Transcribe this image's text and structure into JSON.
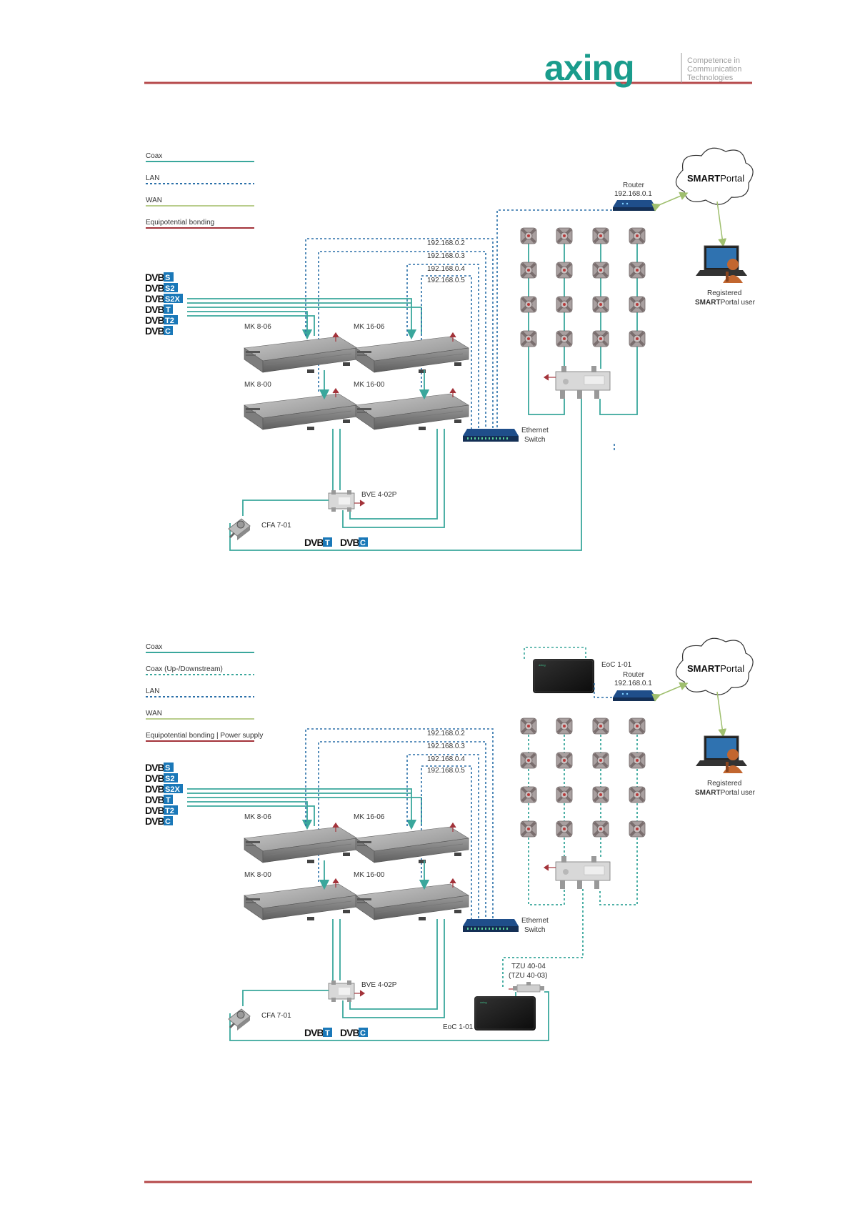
{
  "header": {
    "logo_text": "axing",
    "tagline": [
      "Competence in",
      "Communication",
      "Technologies"
    ]
  },
  "colors": {
    "brand_teal": "#1a9c8c",
    "rule_red": "#b5484a",
    "coax": "#3aa79c",
    "lan": "#2a6fa8",
    "wan": "#b9cd8c",
    "bonding": "#a3333a",
    "dvb_blue": "#1a78b8"
  },
  "diagram1": {
    "legend": [
      "Coax",
      "LAN",
      "WAN",
      "Equipotential bonding"
    ],
    "dvb_badges": [
      "S",
      "S2",
      "S2X",
      "T",
      "T2",
      "C"
    ],
    "devices": {
      "mk806": "MK 8-06",
      "mk1606": "MK 16-06",
      "mk800": "MK 8-00",
      "mk1600": "MK 16-00",
      "bve": "BVE 4-02P",
      "cfa": "CFA 7-01",
      "switch_line1": "Ethernet",
      "switch_line2": "Switch",
      "router_label": "Router",
      "router_ip": "192.168.0.1",
      "cloud_bold": "SMART",
      "cloud_rest": "Portal",
      "user_line1": "Registered",
      "user_bold": "SMART",
      "user_rest": "Portal user"
    },
    "ips": [
      "192.168.0.2",
      "192.168.0.3",
      "192.168.0.4",
      "192.168.0.5"
    ],
    "bottom_badges": [
      "T",
      "C"
    ]
  },
  "diagram2": {
    "legend": [
      "Coax",
      "Coax (Up-/Downstream)",
      "LAN",
      "WAN",
      "Equipotential bonding | Power supply"
    ],
    "dvb_badges": [
      "S",
      "S2",
      "S2X",
      "T",
      "T2",
      "C"
    ],
    "devices": {
      "mk806": "MK 8-06",
      "mk1606": "MK 16-06",
      "mk800": "MK 8-00",
      "mk1600": "MK 16-00",
      "bve": "BVE 4-02P",
      "cfa": "CFA 7-01",
      "switch_line1": "Ethernet",
      "switch_line2": "Switch",
      "router_label": "Router",
      "router_ip": "192.168.0.1",
      "eoc_top": "EoC 1-01",
      "eoc_bottom": "EoC 1-01",
      "tzu_line1": "TZU 40-04",
      "tzu_line2": "(TZU 40-03)",
      "cloud_bold": "SMART",
      "cloud_rest": "Portal",
      "user_line1": "Registered",
      "user_bold": "SMART",
      "user_rest": "Portal user"
    },
    "ips": [
      "192.168.0.2",
      "192.168.0.3",
      "192.168.0.4",
      "192.168.0.5"
    ],
    "bottom_badges": [
      "T",
      "C"
    ]
  }
}
